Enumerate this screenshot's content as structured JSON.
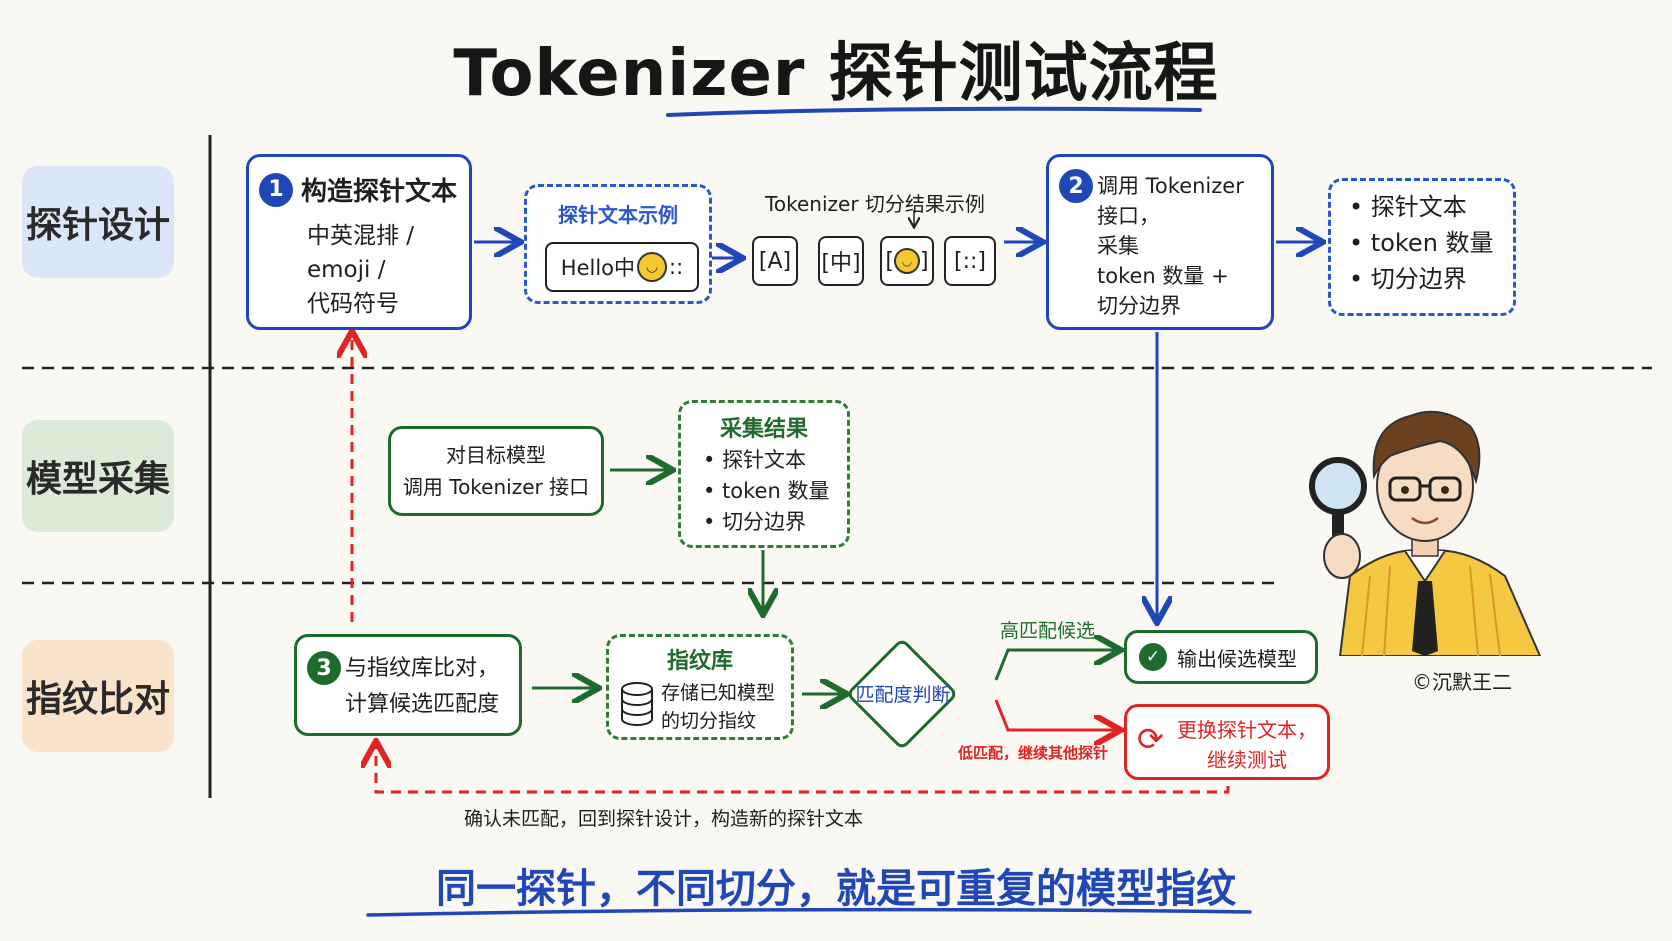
{
  "title": "Tokenizer 探针测试流程",
  "lanes": [
    "探针设计",
    "模型采集",
    "指纹比对"
  ],
  "step1": {
    "num": "1",
    "title": "构造探针文本",
    "lines": [
      "中英混排 /",
      "emoji /",
      "代码符号"
    ]
  },
  "probe_example": {
    "label": "探针文本示例",
    "text": "Hello中",
    "tail": "::"
  },
  "token_result": {
    "label": "Tokenizer 切分结果示例",
    "tokens": [
      "[A]",
      "[中]",
      "[",
      "]",
      "[::]"
    ]
  },
  "step2": {
    "num": "2",
    "lines": [
      "调用 Tokenizer",
      "接口，",
      "采集",
      "token 数量 +",
      "切分边界"
    ]
  },
  "output1": {
    "items": [
      "探针文本",
      "token 数量",
      "切分边界"
    ]
  },
  "call_box": {
    "lines": [
      "对目标模型",
      "调用 Tokenizer 接口"
    ]
  },
  "collect": {
    "title": "采集结果",
    "items": [
      "探针文本",
      "token 数量",
      "切分边界"
    ]
  },
  "step3": {
    "num": "3",
    "lines": [
      "与指纹库比对，",
      "计算候选匹配度"
    ]
  },
  "fingerprint": {
    "title": "指纹库",
    "lines": [
      "存储已知模型",
      "的切分指纹"
    ]
  },
  "decision": "匹配度判断",
  "high_label": "高匹配候选",
  "low_label": "低匹配，继续其他探针",
  "output_model": "输出候选模型",
  "retry": [
    "更换探针文本，",
    "继续测试"
  ],
  "loop_note": "确认未匹配，回到探针设计，构造新的探针文本",
  "signature": "©沉默王二",
  "footer": "同一探针，不同切分，就是可重复的模型指纹",
  "colors": {
    "blue": "#1f47b8",
    "green": "#1e6b2c",
    "red": "#e02424"
  }
}
